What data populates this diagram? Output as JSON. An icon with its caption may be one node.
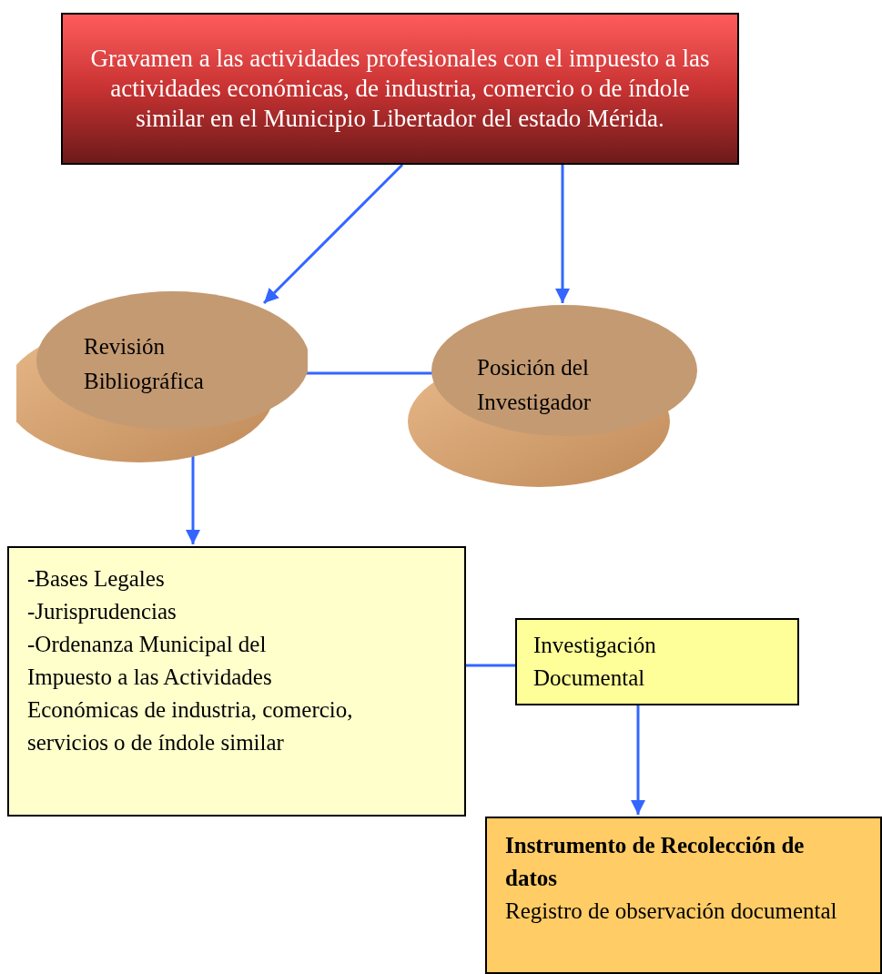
{
  "diagram": {
    "nodes": [
      {
        "text": [
          "Gravamen a las actividades profesionales con el impuesto a las actividades económicas, de industria, comercio o de índole similar en el Municipio Libertador del estado Mérida."
        ]
      },
      {
        "text": [
          "Revisión Bibliográfica"
        ]
      },
      {
        "text": [
          "Posición del Investigador"
        ]
      },
      {
        "text": [
          "-Bases Legales",
          "-Jurisprudencias",
          "-Ordenanza Municipal del Impuesto a las Actividades Económicas de industria, comercio, servicios o de índole similar"
        ]
      },
      {
        "text": [
          "Investigación Documental"
        ]
      },
      {
        "text": [
          "Instrumento de Recolección de datos",
          "Registro de observación documental"
        ]
      }
    ],
    "edges": [
      {
        "from": 0,
        "to": 1,
        "arrow": "to"
      },
      {
        "from": 0,
        "to": 2,
        "arrow": "to"
      },
      {
        "from": 1,
        "to": 2,
        "arrow": "none"
      },
      {
        "from": 1,
        "to": 3,
        "arrow": "to"
      },
      {
        "from": 3,
        "to": 4,
        "arrow": "none"
      },
      {
        "from": 4,
        "to": 5,
        "arrow": "to"
      }
    ]
  }
}
